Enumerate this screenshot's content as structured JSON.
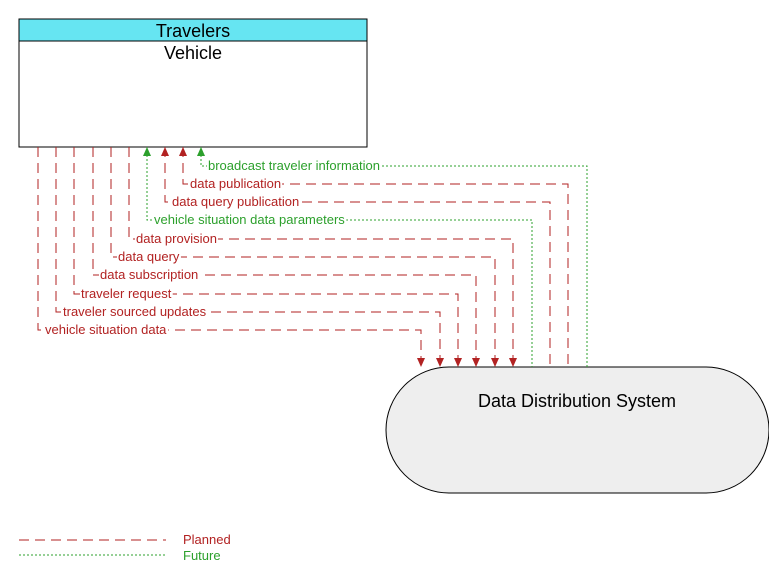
{
  "entities": {
    "travelers_vehicle": {
      "stereotype": "Travelers",
      "name": "Vehicle",
      "header_color": "#66e5f2"
    },
    "dds": {
      "name": "Data Distribution System"
    }
  },
  "flows": [
    {
      "label": "broadcast traveler information",
      "status": "future",
      "direction": "to-vehicle"
    },
    {
      "label": "data publication",
      "status": "planned",
      "direction": "to-vehicle"
    },
    {
      "label": "data query publication",
      "status": "planned",
      "direction": "to-vehicle"
    },
    {
      "label": "vehicle situation data parameters",
      "status": "future",
      "direction": "to-vehicle"
    },
    {
      "label": "data provision",
      "status": "planned",
      "direction": "to-dds"
    },
    {
      "label": "data query",
      "status": "planned",
      "direction": "to-dds"
    },
    {
      "label": "data subscription",
      "status": "planned",
      "direction": "to-dds"
    },
    {
      "label": "traveler request",
      "status": "planned",
      "direction": "to-dds"
    },
    {
      "label": "traveler sourced updates",
      "status": "planned",
      "direction": "to-dds"
    },
    {
      "label": "vehicle situation data",
      "status": "planned",
      "direction": "to-dds"
    }
  ],
  "legend": {
    "planned": "Planned",
    "future": "Future"
  },
  "colors": {
    "planned": "#b22222",
    "future": "#2ca02c",
    "dds_fill": "#eeeeee"
  }
}
